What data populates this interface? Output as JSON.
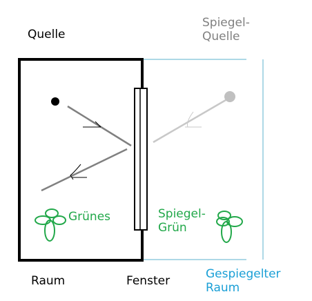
{
  "labels": {
    "source": "Quelle",
    "mirror_source": "Spiegel-\nQuelle",
    "green_object": "Grünes",
    "mirror_green": "Spiegel-\nGrün",
    "room": "Raum",
    "window": "Fenster",
    "mirrored_room": "Gespiegelter\nRaum"
  },
  "colors": {
    "room_outline": "#000000",
    "mirror_room_outline": "#add8e6",
    "ray": "#808080",
    "mirror_ray": "#c8c8c8",
    "mirror_source": "#c0c0c0",
    "green": "#22a84a",
    "mirrored_room_label": "#1a9fd6",
    "mirror_source_label": "#808080"
  },
  "icons": {
    "green_object": "clover-icon",
    "mirror_green": "clover-icon"
  }
}
